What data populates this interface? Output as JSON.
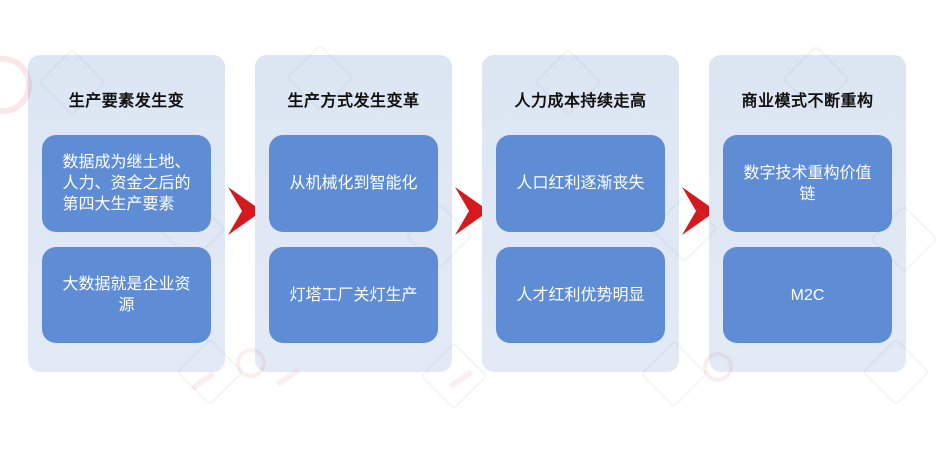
{
  "colors": {
    "panel_bg": "#dce6f3",
    "panel_bg_bottom": "#e3eaf6",
    "box_blue": "#5e8cd5",
    "arrow_red": "#d6191f",
    "title_text": "#111111",
    "box_text": "#ffffff"
  },
  "panels": [
    {
      "title": "生产要素发生变",
      "boxes": [
        {
          "lines": [
            "数据成为继土地、",
            "人力、资金之后的",
            "第四大生产要素"
          ]
        },
        {
          "lines": [
            "大数据就是企业资源"
          ]
        }
      ]
    },
    {
      "title": "生产方式发生变革",
      "boxes": [
        {
          "lines": [
            "从机械化到智能化"
          ]
        },
        {
          "lines": [
            "灯塔工厂关灯生产"
          ]
        }
      ]
    },
    {
      "title": "人力成本持续走高",
      "boxes": [
        {
          "lines": [
            "人口红利逐渐丧失"
          ]
        },
        {
          "lines": [
            "人才红利优势明显"
          ]
        }
      ]
    },
    {
      "title": "商业模式不断重构",
      "boxes": [
        {
          "lines": [
            "数字技术重构价值链"
          ]
        },
        {
          "lines": [
            "M2C"
          ]
        }
      ]
    }
  ],
  "arrows": {
    "direction": "right",
    "count": 3
  }
}
